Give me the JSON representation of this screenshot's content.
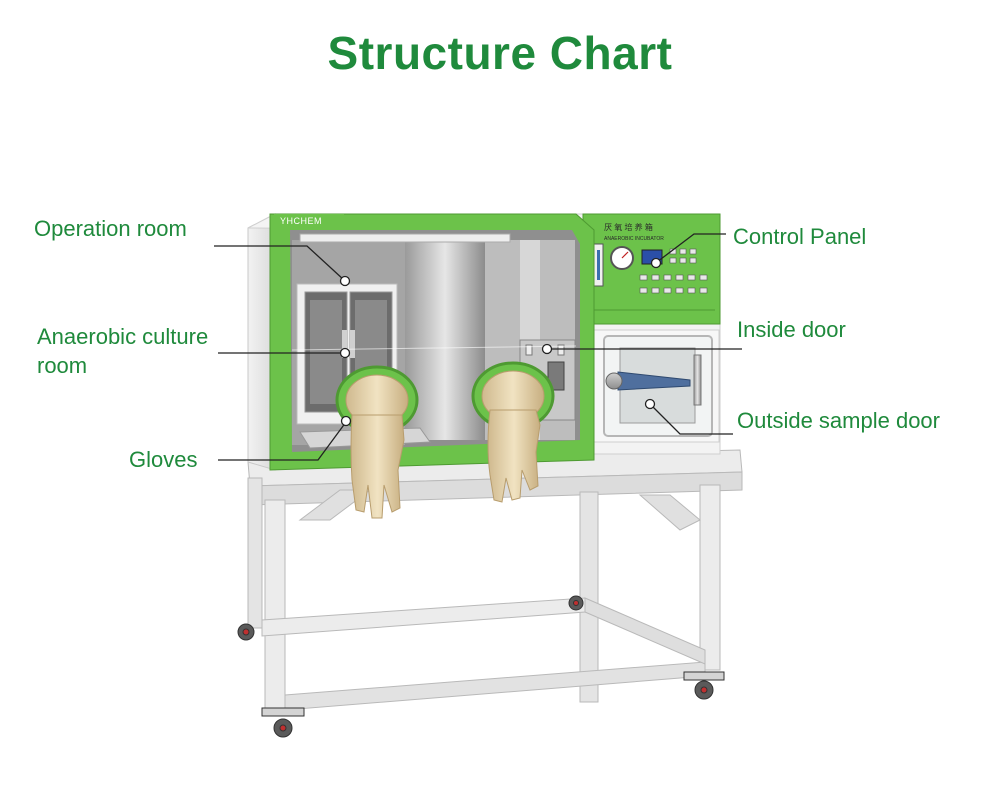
{
  "title": "Structure Chart",
  "brand": "YHCHEM",
  "panel": {
    "title": "厌 氧 培 养 箱",
    "subtitle": "ANAEROBIC INCUBATOR"
  },
  "labels": {
    "operation_room": "Operation room",
    "anaerobic_culture_room": [
      "Anaerobic culture",
      "room"
    ],
    "gloves": "Gloves",
    "control_panel": "Control Panel",
    "inside_door": "Inside door",
    "outside_sample_door": "Outside sample door"
  },
  "colors": {
    "title": "#1f8a3c",
    "label": "#1f8a3c",
    "frame_green": "#6cc24a",
    "leader_line": "#222222"
  }
}
